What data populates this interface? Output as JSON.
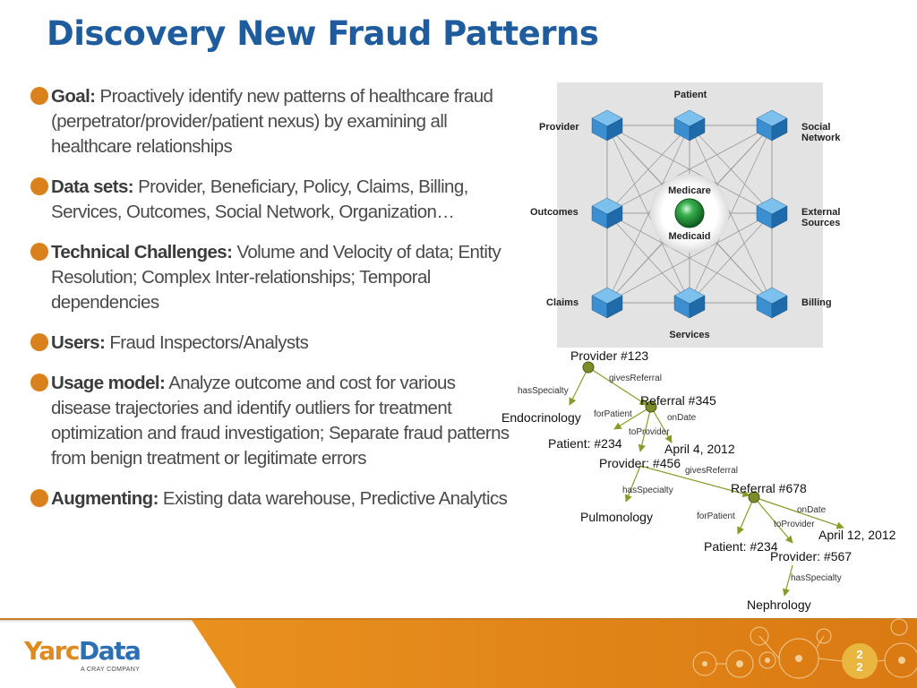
{
  "slide": {
    "title": "Discovery New Fraud Patterns",
    "page_number": "2\n2"
  },
  "bullets": [
    {
      "label": "Goal:",
      "text": " Proactively identify new patterns of healthcare fraud (perpetrator/provider/patient nexus) by examining all healthcare relationships"
    },
    {
      "label": "Data sets:",
      "text": " Provider, Beneficiary, Policy, Claims, Billing, Services, Outcomes, Social Network, Organization…"
    },
    {
      "label": "Technical Challenges:",
      "text": " Volume and Velocity of data; Entity Resolution; Complex Inter-relationships; Temporal dependencies"
    },
    {
      "label": "Users:",
      "text": " Fraud Inspectors/Analysts"
    },
    {
      "label": "Usage model:",
      "text": " Analyze outcome and cost for various disease trajectories and identify outliers for treatment optimization and fraud investigation; Separate fraud patterns from benign treatment or legitimate errors"
    },
    {
      "label": "Augmenting:",
      "text": " Existing data warehouse, Predictive Analytics"
    }
  ],
  "entity_diagram": {
    "center_top": "Medicare",
    "center_bottom": "Medicaid",
    "nodes": [
      "Patient",
      "Provider",
      "Social Network",
      "Outcomes",
      "External Sources",
      "Claims",
      "Services",
      "Billing"
    ]
  },
  "graph": {
    "nodes": [
      "Provider #123",
      "Referral #345",
      "Endocrinology",
      "Patient: #234",
      "April 4, 2012",
      "Provider: #456",
      "Referral #678",
      "Pulmonology",
      "Patient: #234",
      "April 12, 2012",
      "Provider: #567",
      "Nephrology"
    ],
    "edges": [
      "hasSpecialty",
      "givesReferral",
      "forPatient",
      "onDate",
      "toProvider",
      "hasSpecialty",
      "givesReferral",
      "forPatient",
      "onDate",
      "toProvider",
      "hasSpecialty"
    ]
  },
  "logo": {
    "yarc": "Yarc",
    "data": "Data",
    "tagline": "A CRAY COMPANY"
  },
  "colors": {
    "title": "#1f5c9e",
    "bullet": "#d9821d",
    "footer": "#e08a1e",
    "cube": "#3b8fd0",
    "node": "#7d8b2a",
    "page_badge": "#e9b740"
  }
}
